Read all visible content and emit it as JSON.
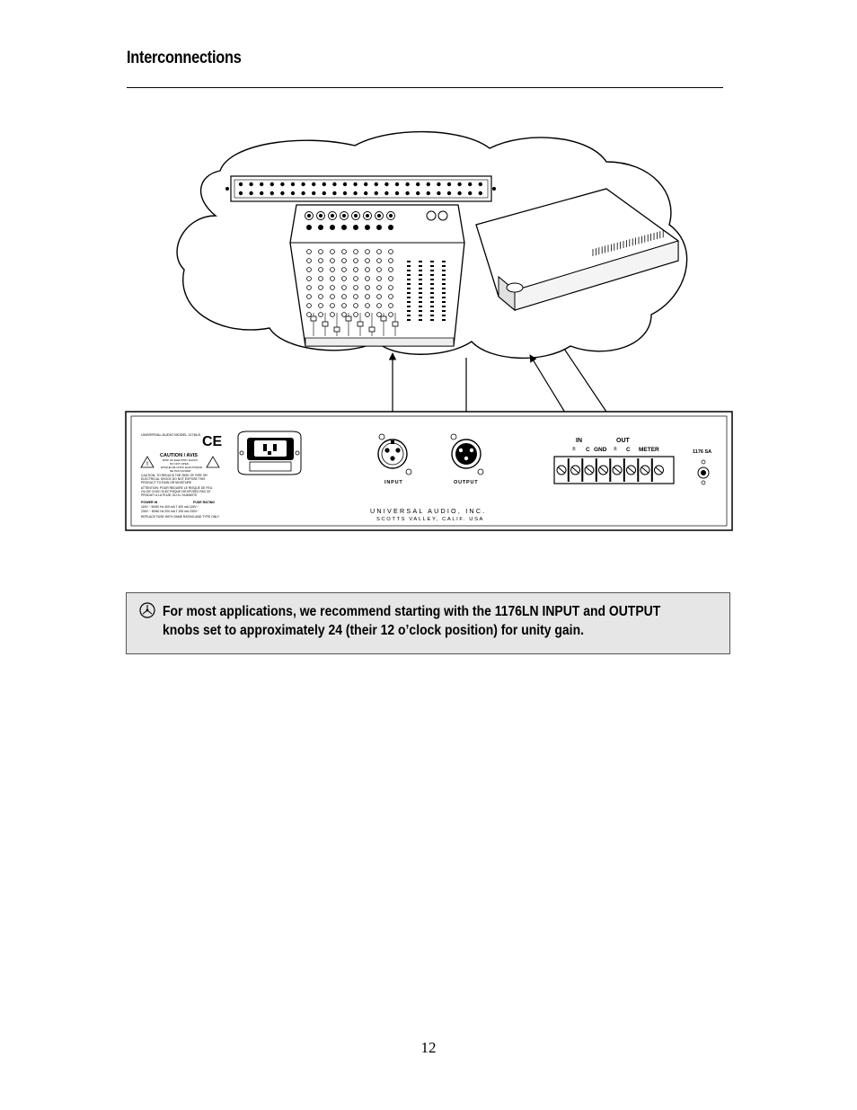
{
  "page": {
    "title": "Interconnections",
    "page_number": "12"
  },
  "rear_panel": {
    "model_label": "UNIVERSAL AUDIO MODEL 1176LN",
    "ce_mark": "CE",
    "caution_title": "CAUTION / AVIS",
    "caution_lines": [
      "RISK OF ELECTRIC SHOCK",
      "DO NOT OPEN",
      "RISQUE DE CHOC ELECTRIQUE",
      "NE PAS OUVRIR"
    ],
    "warning_lines": [
      "CAUTION: TO REDUCE THE RISK OF FIRE OR",
      "ELECTRICAL SHOCK DO NOT EXPOSE THIS",
      "PRODUCT TO RAIN OR MOISTURE",
      "ATTENTION: POUR REDUIRE LE RISQUE DE FEU",
      "OU DE CHOC ELECTRIQUE N'EXPOSEZ PAS CE",
      "PRODUIT A LA PLUIE OU A L'HUMIDITE"
    ],
    "power_header": "POWER IN",
    "fuse_header": "FUSE RATING",
    "power_lines": [
      "115V ~ 50/60 Hz 400 mA  T 400 mA 115V~",
      "230V ~ 50/60 Hz 200 mA  T 200 mA 230V~",
      "REPLACE FUSE WITH SAME RATING AND TYPE ONLY"
    ],
    "input_label": "INPUT",
    "output_label": "OUTPUT",
    "brand_line1": "UNIVERSAL AUDIO, INC.",
    "brand_line2": "SCOTTS VALLEY, CALIF. USA",
    "terminal_in": "IN",
    "terminal_out": "OUT",
    "terminal_plus_minus": "±",
    "terminal_c": "C",
    "terminal_gnd": "GND",
    "terminal_meter": "METER",
    "sa_label": "1176 SA"
  },
  "note": {
    "text": "For most applications, we recommend starting with the 1176LN INPUT and OUTPUT knobs set to approximately 24 (their 12 o’clock position) for unity gain."
  }
}
